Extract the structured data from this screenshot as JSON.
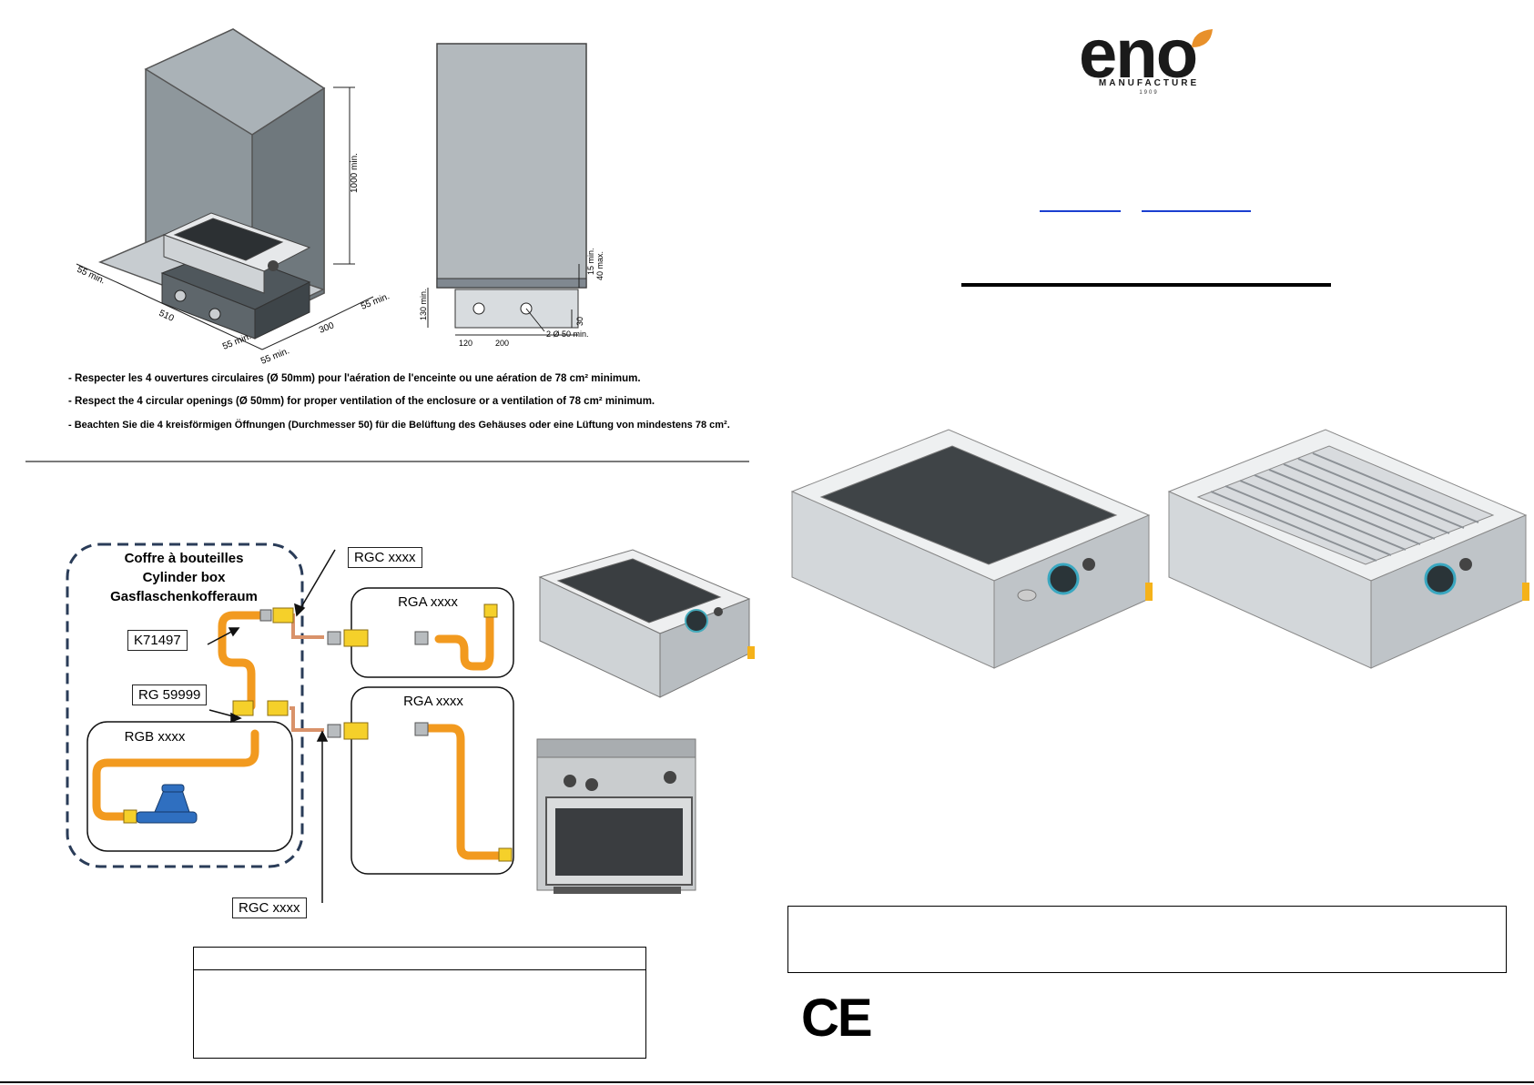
{
  "left_page": {
    "dimensions": {
      "height_min": "1000 min.",
      "depth_min_left": "55 min.",
      "width": "510",
      "side_min": "55 min.",
      "front_min": "55 min.",
      "depth": "300",
      "right_min": "55 min.",
      "top_gap_min": "15 min.",
      "top_gap_max": "40 max.",
      "base_height_min": "130 min.",
      "hole_offset": "30",
      "hole_spacing_1": "120",
      "hole_spacing_2": "200",
      "holes": "2 Ø 50 min."
    },
    "notes": [
      "- Respecter les 4 ouvertures circulaires (Ø 50mm) pour l'aération de l'enceinte ou une aération de 78 cm² minimum.",
      "- Respect the 4 circular openings (Ø 50mm) for proper ventilation of the enclosure or a ventilation of 78 cm² minimum.",
      "- Beachten Sie die 4 kreisförmigen Öffnungen (Durchmesser 50) für die Belüftung des Gehäuses oder eine Lüftung von mindestens 78 cm²."
    ],
    "gas_diagram": {
      "cylinder_box": [
        "Coffre à bouteilles",
        "Cylinder box",
        "Gasflaschenkofferaum"
      ],
      "labels": {
        "k71497": "K71497",
        "rg59999": "RG 59999",
        "rgb": "RGB xxxx",
        "rgc_top": "RGC xxxx",
        "rga_top": "RGA xxxx",
        "rga_bottom": "RGA xxxx",
        "rgc_bottom": "RGC xxxx"
      }
    }
  },
  "right_page": {
    "logo": {
      "word": "eno",
      "sub": "MANUFACTURE",
      "year": "1909"
    },
    "ce_mark": "CE"
  },
  "colors": {
    "hose_orange": "#f29a1f",
    "fitting_yellow": "#f5d02a",
    "dashed_box": "#2a3c58",
    "link_blue": "#1b3fd0",
    "logo_leaf": "#e8902a",
    "cabinet_gray": "#9aa2a8",
    "regulator_blue": "#2f6fc0"
  }
}
